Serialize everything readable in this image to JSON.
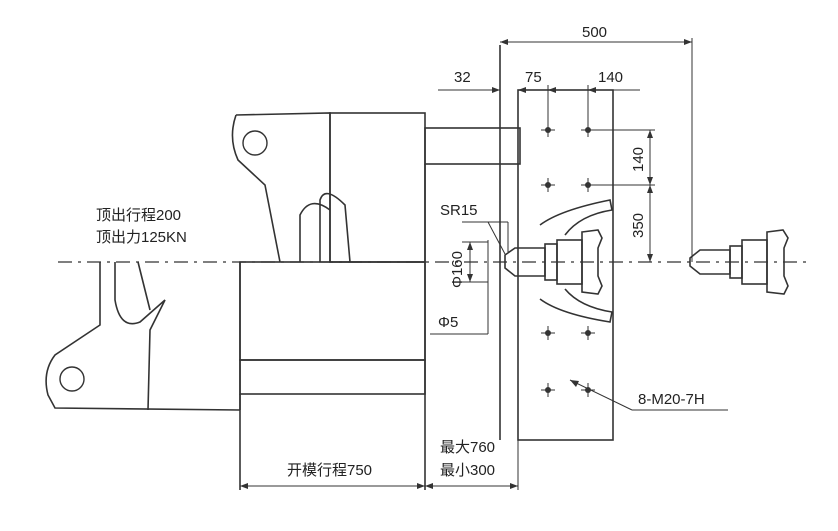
{
  "dimensions": {
    "top_overall": "500",
    "top_32": "32",
    "top_75": "75",
    "top_140": "140",
    "right_140": "140",
    "right_350": "350",
    "phi160": "Φ160",
    "sr15": "SR15",
    "phi5": "Φ5",
    "bolts": "8-M20-7H"
  },
  "labels": {
    "ejector_stroke": "顶出行程200",
    "ejector_force": "顶出力125KN",
    "opening_stroke": "开模行程750",
    "max_label": "最大760",
    "min_label": "最小300"
  }
}
